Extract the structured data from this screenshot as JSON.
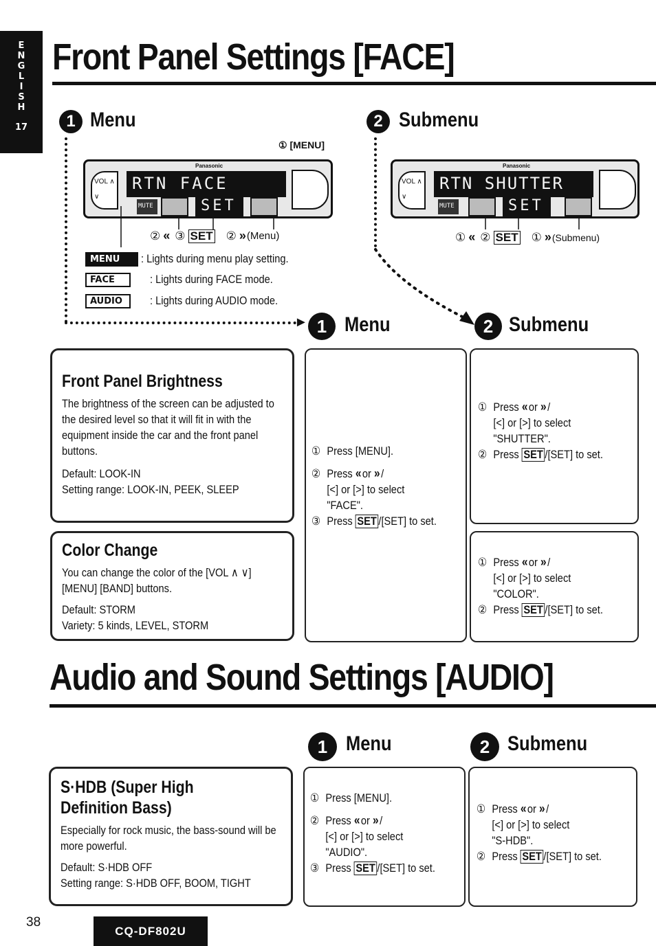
{
  "side_tab": {
    "letters": [
      "E",
      "N",
      "G",
      "L",
      "I",
      "S",
      "H"
    ],
    "page": "17"
  },
  "section1": {
    "title": "Front Panel Settings [FACE]",
    "menu_head": {
      "num": "1",
      "label": "Menu"
    },
    "submenu_head": {
      "num": "2",
      "label": "Submenu"
    },
    "menu_callout": "① [MENU]",
    "display1": {
      "brand": "Panasonic",
      "text": "RTN FACE",
      "seg": "SET",
      "vol": "VOL",
      "mute": "MUTE"
    },
    "display2": {
      "brand": "Panasonic",
      "text": "RTN SHUTTER",
      "seg": "SET",
      "vol": "VOL",
      "mute": "MUTE"
    },
    "menu_keys": {
      "a": "②",
      "b": "③",
      "set": "SET",
      "c": "②",
      "tail": "(Menu)"
    },
    "sub_keys": {
      "a": "①",
      "b": "②",
      "set": "SET",
      "c": "①",
      "tail": "(Submenu)"
    },
    "legend": [
      {
        "badge": "MENU",
        "text": ": Lights during menu play setting."
      },
      {
        "badge": "FACE",
        "text": ": Lights during FACE mode."
      },
      {
        "badge": "AUDIO",
        "text": ": Lights during AUDIO mode."
      }
    ],
    "row_menu": {
      "num": "1",
      "label": "Menu"
    },
    "row_submenu": {
      "num": "2",
      "label": "Submenu"
    },
    "brightness": {
      "title": "Front Panel Brightness",
      "desc": "The brightness of the screen can be adjusted to the desired level so that it will fit in with the equipment inside the car and the front panel buttons.",
      "default": "Default: LOOK-IN",
      "range": "Setting range: LOOK-IN, PEEK, SLEEP"
    },
    "color": {
      "title": "Color Change",
      "desc": "You can change the color of the [VOL ∧ ∨] [MENU] [BAND] buttons.",
      "default": "Default: STORM",
      "range": "Variety: 5 kinds, LEVEL, STORM"
    },
    "menu_steps": {
      "s1n": "①",
      "s1": "Press [MENU].",
      "s2n": "②",
      "s2a": "Press",
      "s2b": "or",
      "s2c": "/",
      "s2d": "[<] or [>] to select",
      "s2e": "\"FACE\".",
      "s3n": "③",
      "s3a": "Press",
      "s3key": "SET",
      "s3b": "/[SET] to set."
    },
    "shutter_steps": {
      "s1n": "①",
      "s1a": "Press",
      "s1b": "or",
      "s1c": "/",
      "s1d": "[<] or [>] to select",
      "s1e": "\"SHUTTER\".",
      "s2n": "②",
      "s2a": "Press",
      "s2key": "SET",
      "s2b": "/[SET] to set."
    },
    "color_steps": {
      "s1n": "①",
      "s1a": "Press",
      "s1b": "or",
      "s1c": "/",
      "s1d": "[<] or [>] to select",
      "s1e": "\"COLOR\".",
      "s2n": "②",
      "s2a": "Press",
      "s2key": "SET",
      "s2b": "/[SET] to set."
    }
  },
  "section2": {
    "title": "Audio and Sound Settings [AUDIO]",
    "menu_head": {
      "num": "1",
      "label": "Menu"
    },
    "submenu_head": {
      "num": "2",
      "label": "Submenu"
    },
    "shdb": {
      "title1": "S·HDB (Super High",
      "title2": "Definition Bass)",
      "desc": "Especially for rock music, the bass-sound will be more powerful.",
      "default": "Default: S·HDB OFF",
      "range": "Setting range: S·HDB OFF, BOOM, TIGHT"
    },
    "menu_steps": {
      "s1n": "①",
      "s1": "Press [MENU].",
      "s2n": "②",
      "s2a": "Press",
      "s2b": "or",
      "s2c": "/",
      "s2d": "[<] or [>] to select",
      "s2e": "\"AUDIO\".",
      "s3n": "③",
      "s3a": "Press",
      "s3key": "SET",
      "s3b": "/[SET] to set."
    },
    "sub_steps": {
      "s1n": "①",
      "s1a": "Press",
      "s1b": "or",
      "s1c": "/",
      "s1d": "[<] or [>] to select",
      "s1e": "\"S-HDB\".",
      "s2n": "②",
      "s2a": "Press",
      "s2key": "SET",
      "s2b": "/[SET] to set."
    }
  },
  "footer": {
    "page": "38",
    "model": "CQ-DF802U"
  },
  "glyphs": {
    "left": "«",
    "right": "»"
  }
}
